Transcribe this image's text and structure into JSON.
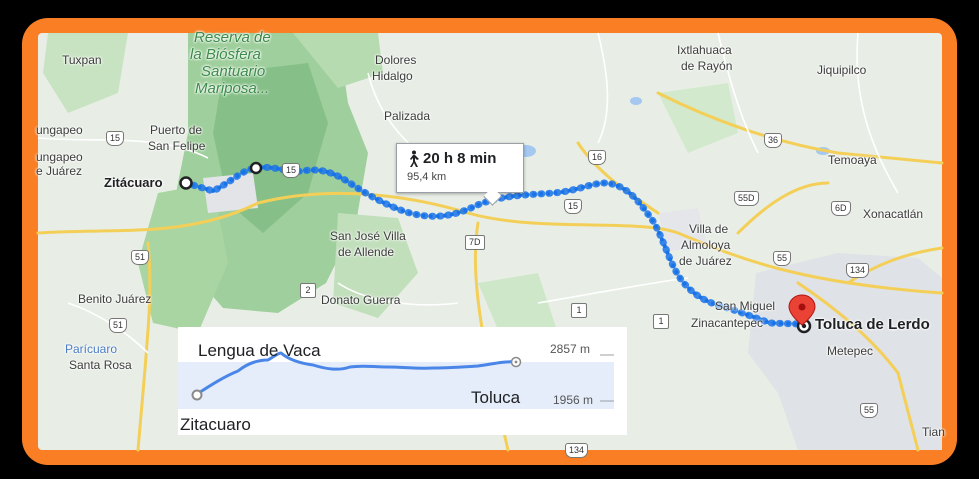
{
  "map": {
    "labels": {
      "tuxpan": "Tuxpan",
      "reserva": "Reserva de",
      "biosfera": "la Biósfera",
      "santuario": "Santuario",
      "mariposa": "Mariposa...",
      "dolores": "Dolores",
      "hidalgo": "Hidalgo",
      "ixtlahuaca": "Ixtlahuaca",
      "de_rayon": "de Rayón",
      "jiquipilco": "Jiquipilco",
      "palizada": "Palizada",
      "ungapeo1": "ungapeo",
      "puerto_de": "Puerto de",
      "san_felipe": "San Felipe",
      "ungapeo2": "ungapeo",
      "de_juarez": "e Juárez",
      "zitacuaro": "Zitácuaro",
      "temoaya": "Temoaya",
      "xonacatlan": "Xonacatlán",
      "san_jose1": "San José Villa",
      "san_jose2": "de Allende",
      "villa_de": "Villa de",
      "almoloya": "Almoloya",
      "de_juarez2": "de Juárez",
      "benito_juarez": "Benito Juárez",
      "donato_guerra": "Donato Guerra",
      "san_miguel": "San Miguel",
      "zinacantepec": "Zinacantepec",
      "toluca": "Toluca de Lerdo",
      "metepec": "Metepec",
      "paricuaro": "Parícuaro",
      "santa_rosa": "Santa Rosa",
      "tian": "Tian"
    },
    "shields": {
      "s15a": "15",
      "s15b": "15",
      "s15c": "15",
      "s16": "16",
      "s36": "36",
      "s55d": "55D",
      "s6d": "6D",
      "s7d": "7D",
      "s1a": "1",
      "s1b": "1",
      "s2": "2",
      "s51a": "51",
      "s51b": "51",
      "s55a": "55",
      "s55b": "55",
      "s134a": "134",
      "s134b": "134"
    },
    "route_info": {
      "mode_icon": "walking-person-icon",
      "duration": "20 h 8 min",
      "distance": "95,4 km"
    },
    "marker_icon": "red-pin-icon"
  },
  "elevation": {
    "start_name": "Zitacuaro",
    "peak_name": "Lengua de Vaca",
    "end_name": "Toluca",
    "max_label": "2857 m",
    "min_label": "1956 m"
  },
  "colors": {
    "frame": "#f97e24",
    "route": "#1a73e8",
    "profile_line": "#4a86e8",
    "profile_band": "#e6edfa",
    "marker": "#ea4335"
  }
}
